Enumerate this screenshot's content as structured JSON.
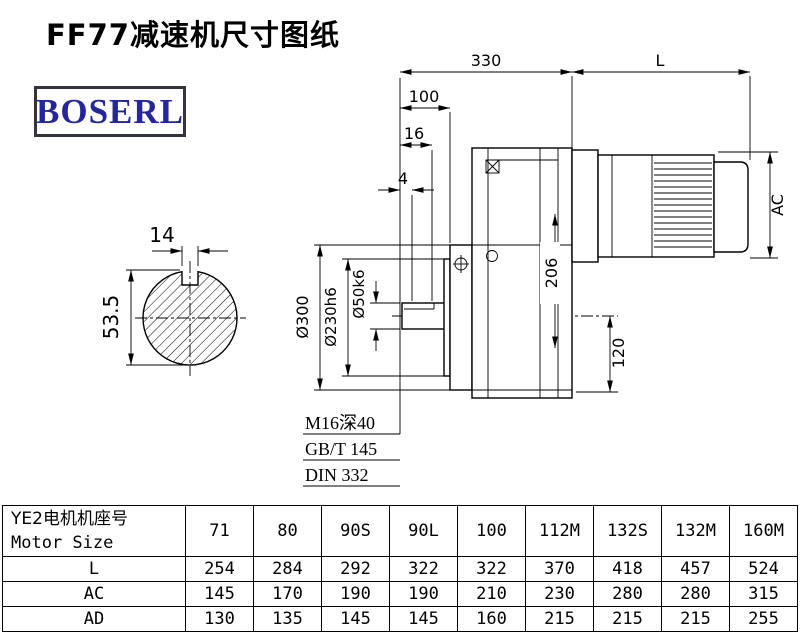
{
  "page": {
    "title": "FF77减速机尺寸图纸",
    "brand": "BOSERL"
  },
  "drawing": {
    "dims": {
      "top_width": "330",
      "motor_length": "L",
      "flange_offset": "100",
      "shaft_step": "16",
      "spigot": "4",
      "key_width": "14",
      "key_height": "53.5",
      "motor_height": "AC",
      "center_height": "206",
      "foot_height": "120",
      "flange_dia": "Ø300",
      "spigot_dia": "Ø230h6",
      "shaft_dia": "Ø50k6"
    },
    "notes": [
      "M16深40",
      "GB/T 145",
      "DIN 332"
    ]
  },
  "table": {
    "header_line1": "YE2电机机座号",
    "header_line2": "Motor Size",
    "motor_sizes": [
      "71",
      "80",
      "90S",
      "90L",
      "100",
      "112M",
      "132S",
      "132M",
      "160M"
    ],
    "rows": [
      {
        "label": "L",
        "values": [
          "254",
          "284",
          "292",
          "322",
          "322",
          "370",
          "418",
          "457",
          "524"
        ]
      },
      {
        "label": "AC",
        "values": [
          "145",
          "170",
          "190",
          "190",
          "210",
          "230",
          "280",
          "280",
          "315"
        ]
      },
      {
        "label": "AD",
        "values": [
          "130",
          "135",
          "145",
          "145",
          "160",
          "215",
          "215",
          "215",
          "255"
        ]
      }
    ]
  }
}
